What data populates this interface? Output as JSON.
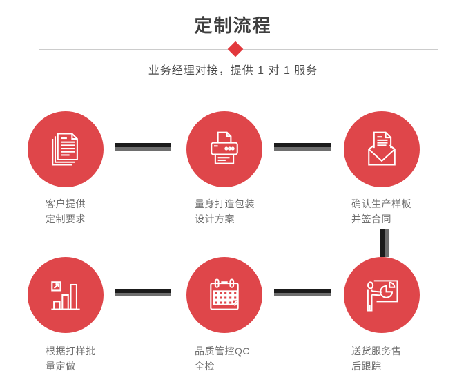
{
  "header": {
    "title": "定制流程",
    "subtitle": "业务经理对接，提供 1 对 1 服务"
  },
  "steps": [
    {
      "icon": "documents-icon",
      "label_line1": "客户提供",
      "label_line2": "定制要求"
    },
    {
      "icon": "printer-icon",
      "label_line1": "量身打造包装",
      "label_line2": "设计方案"
    },
    {
      "icon": "envelope-icon",
      "label_line1": "确认生产样板",
      "label_line2": "并签合同"
    },
    {
      "icon": "bar-chart-icon",
      "label_line1": "根据打样批",
      "label_line2": "量定做"
    },
    {
      "icon": "calendar-icon",
      "label_line1": "品质管控QC",
      "label_line2": "全检"
    },
    {
      "icon": "presentation-icon",
      "label_line1": "送货服务售",
      "label_line2": "后跟踪"
    }
  ],
  "colors": {
    "circle_red": "#df464a",
    "diamond_red": "#e2383c",
    "connector_dark": "#1b1b1b",
    "connector_gray": "#6e6e6e",
    "title_gray": "#3f3f3f",
    "label_gray": "#6e6e6e",
    "divider": "#cccccc"
  }
}
